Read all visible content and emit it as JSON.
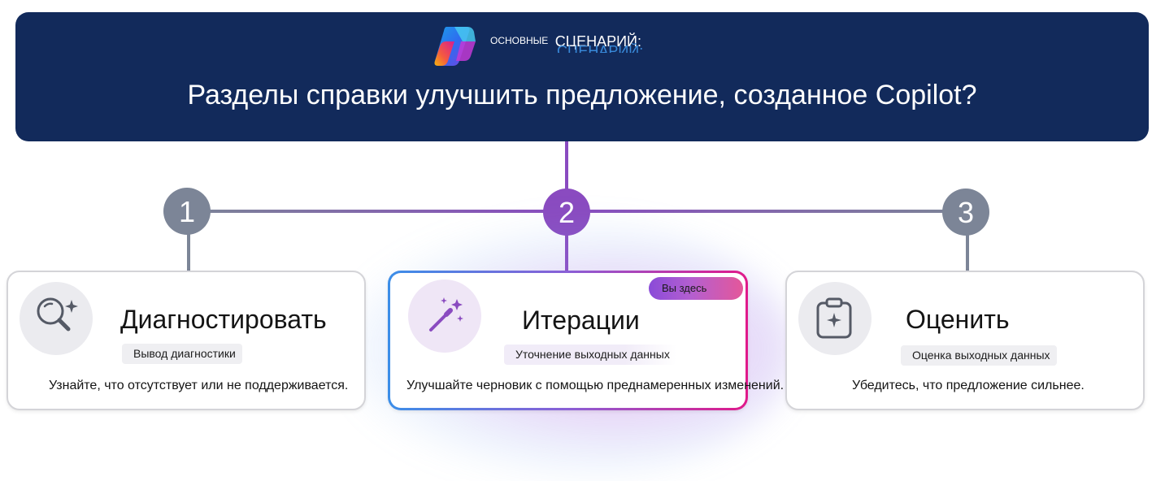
{
  "header": {
    "eyebrow_small": "ОСНОВНЫЕ",
    "eyebrow_big": "СЦЕНАРИЙ:",
    "title": "Разделы справки улучшить предложение, созданное Copilot?"
  },
  "steps": [
    {
      "number": "1",
      "title": "Диагностировать",
      "tag": "Вывод диагностики",
      "description": "Узнайте, что отсутствует или не поддерживается.",
      "icon": "magnifier-sparkle-icon"
    },
    {
      "number": "2",
      "title": "Итерации",
      "tag": "Уточнение выходных данных",
      "description": "Улучшайте черновик с помощью преднамеренных изменений.",
      "icon": "magic-wand-icon",
      "badge": "Вы здесь",
      "current": true
    },
    {
      "number": "3",
      "title": "Оценить",
      "tag": "Оценка выходных данных",
      "description": "Убедитесь, что предложение сильнее.",
      "icon": "clipboard-sparkle-icon"
    }
  ],
  "colors": {
    "header_bg": "#122a5b",
    "step_inactive": "#7c8597",
    "step_active": "#8a4bc0",
    "accent_blue": "#3b8ee8",
    "accent_pink": "#e0198a"
  }
}
